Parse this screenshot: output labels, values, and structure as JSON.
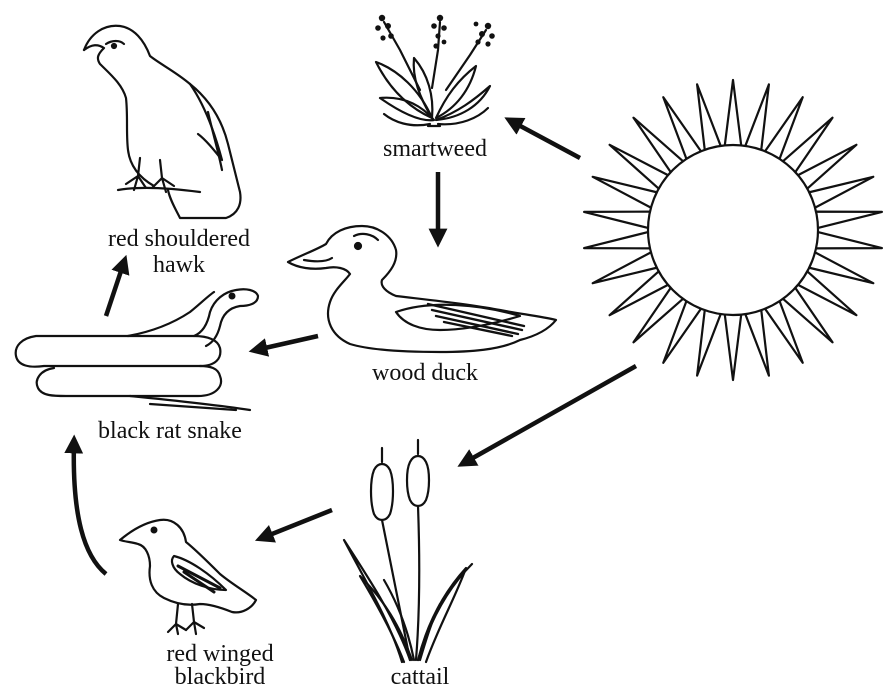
{
  "organisms": {
    "smartweed": "smartweed",
    "hawk_line1": "red shouldered",
    "hawk_line2": "hawk",
    "duck": "wood duck",
    "snake": "black rat snake",
    "blackbird_line1": "red winged",
    "blackbird_line2": "blackbird",
    "cattail": "cattail"
  },
  "energy_flows": [
    {
      "from": "sun",
      "to": "smartweed"
    },
    {
      "from": "sun",
      "to": "cattail"
    },
    {
      "from": "smartweed",
      "to": "wood duck"
    },
    {
      "from": "wood duck",
      "to": "black rat snake"
    },
    {
      "from": "black rat snake",
      "to": "red shouldered hawk"
    },
    {
      "from": "cattail",
      "to": "red winged blackbird"
    },
    {
      "from": "red winged blackbird",
      "to": "black rat snake"
    }
  ],
  "colors": {
    "ink": "#111111",
    "background": "#ffffff"
  },
  "icons": [
    "sun-icon",
    "smartweed-icon",
    "hawk-icon",
    "duck-icon",
    "snake-icon",
    "blackbird-icon",
    "cattail-icon"
  ]
}
